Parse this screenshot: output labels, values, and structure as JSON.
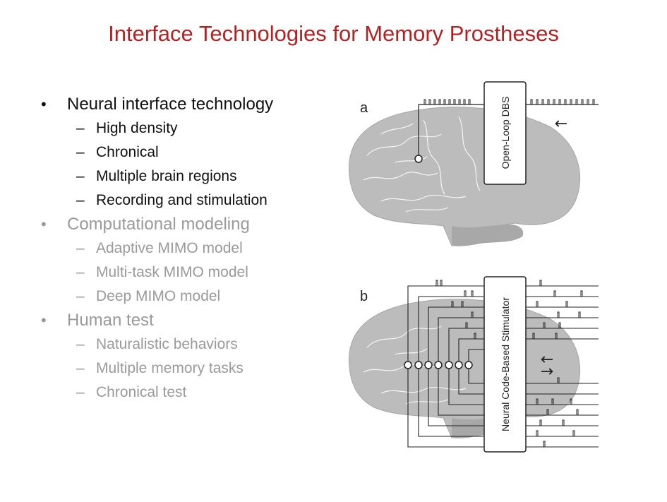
{
  "title": "Interface Technologies for Memory Prostheses",
  "bullets": [
    {
      "label": "Neural interface technology",
      "state": "active",
      "subitems": [
        "High density",
        "Chronical",
        "Multiple brain regions",
        "Recording and stimulation"
      ]
    },
    {
      "label": "Computational modeling",
      "state": "dim",
      "subitems": [
        "Adaptive MIMO model",
        "Multi-task MIMO model",
        "Deep MIMO model"
      ]
    },
    {
      "label": "Human test",
      "state": "dim",
      "subitems": [
        "Naturalistic behaviors",
        "Multiple memory tasks",
        "Chronical test"
      ]
    }
  ],
  "figure": {
    "panel_a": {
      "label": "a",
      "box_label": "Open-Loop DBS",
      "arrow": "←"
    },
    "panel_b": {
      "label": "b",
      "box_label": "Neural Code-Based Stimulator",
      "arrow_left": "←",
      "arrow_right": "→"
    }
  }
}
